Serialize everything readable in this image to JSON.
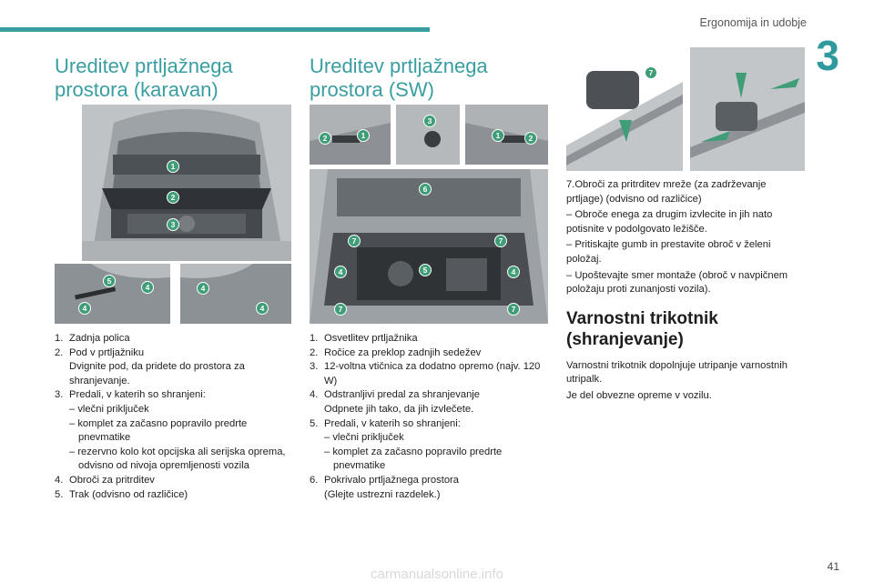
{
  "header": {
    "chapter_title": "Ergonomija in udobje",
    "chapter_number": "3"
  },
  "col1": {
    "title": "Ureditev prtljažnega prostora (karavan)",
    "items": [
      {
        "num": "1.",
        "label": "Zadnja polica"
      },
      {
        "num": "2.",
        "label": "Pod v prtljažniku",
        "desc": "Dvignite pod, da pridete do prostora za shranjevanje."
      },
      {
        "num": "3.",
        "label": "Predali, v katerih so shranjeni:",
        "subs": [
          "– vlečni priključek",
          "– komplet za začasno popravilo predrte pnevmatike",
          "– rezervno kolo kot opcijska ali serijska oprema, odvisno od nivoja opremljenosti vozila"
        ]
      },
      {
        "num": "4.",
        "label": "Obroči za pritrditev"
      },
      {
        "num": "5.",
        "label": "Trak (odvisno od različice)"
      }
    ]
  },
  "col2": {
    "title": "Ureditev prtljažnega prostora (SW)",
    "items": [
      {
        "num": "1.",
        "label": "Osvetlitev prtljažnika"
      },
      {
        "num": "2.",
        "label": "Ročice za preklop zadnjih sedežev"
      },
      {
        "num": "3.",
        "label": "12-voltna vtičnica za dodatno opremo (najv. 120 W)"
      },
      {
        "num": "4.",
        "label": "Odstranljivi predal za shranjevanje",
        "desc": "Odpnete jih tako, da jih izvlečete."
      },
      {
        "num": "5.",
        "label": "Predali, v katerih so shranjeni:",
        "subs": [
          "– vlečni priključek",
          "– komplet za začasno popravilo predrte pnevmatike"
        ]
      },
      {
        "num": "6.",
        "label": "Pokrivalo prtljažnega prostora",
        "desc": "(Glejte ustrezni razdelek.)"
      }
    ]
  },
  "col3": {
    "intro": "7.Obroči za pritrditev mreže (za zadrževanje prtljage) (odvisno od različice)",
    "lines": [
      "– Obroče enega za drugim izvlecite in jih nato potisnite v podolgovato ležišče.",
      "– Pritiskajte gumb in prestavite obroč v želeni položaj.",
      "– Upoštevajte smer montaže (obroč v navpičnem položaju proti zunanjosti vozila)."
    ],
    "title": "Varnostni trikotnik (shranjevanje)",
    "paras": [
      "Varnostni trikotnik dopolnjuje utripanje varnostnih utripalk.",
      "Je del obvezne opreme v vozilu."
    ]
  },
  "callouts": {
    "k_main": [
      "1",
      "2",
      "3"
    ],
    "k_left": [
      "5",
      "4",
      "4"
    ],
    "k_right": [
      "4",
      "4"
    ],
    "sw_a": [
      "2",
      "1"
    ],
    "sw_b": [
      "3"
    ],
    "sw_c": [
      "1",
      "2"
    ],
    "sw_main": [
      "6",
      "7",
      "7",
      "4",
      "5",
      "4",
      "7",
      "7"
    ],
    "ring": [
      "7"
    ]
  },
  "footer": {
    "watermark": "carmanualsonline.info",
    "page": "41"
  }
}
